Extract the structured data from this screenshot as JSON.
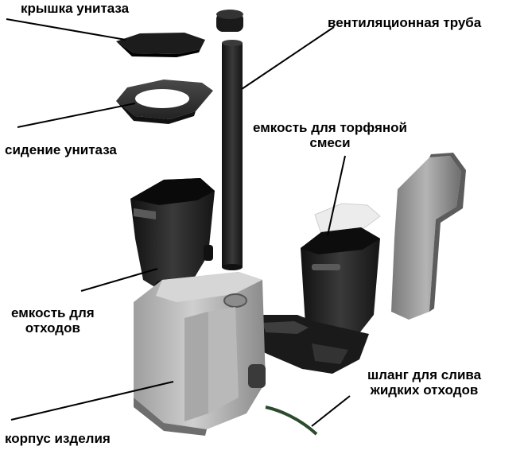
{
  "labels": {
    "lid": "крышка унитаза",
    "vent_pipe": "вентиляционная труба",
    "peat_tank": [
      "емкость для торфяной",
      "смеси"
    ],
    "seat": "сидение унитаза",
    "waste_tank": [
      "емкость для",
      "отходов"
    ],
    "drain_hose": [
      "шланг для слива",
      "жидких отходов"
    ],
    "body": "корпус изделия"
  },
  "colors": {
    "lid": "#1c1c1c",
    "seat": "#3a3a3a",
    "pipe": "#1e1e1e",
    "container": "#222222",
    "housing": "#bdbdbd",
    "housing_shadow": "#8f8f8f",
    "side_panel": "#9a9a9a",
    "hose": "#2c4a2c",
    "leader_line": "#000000"
  }
}
